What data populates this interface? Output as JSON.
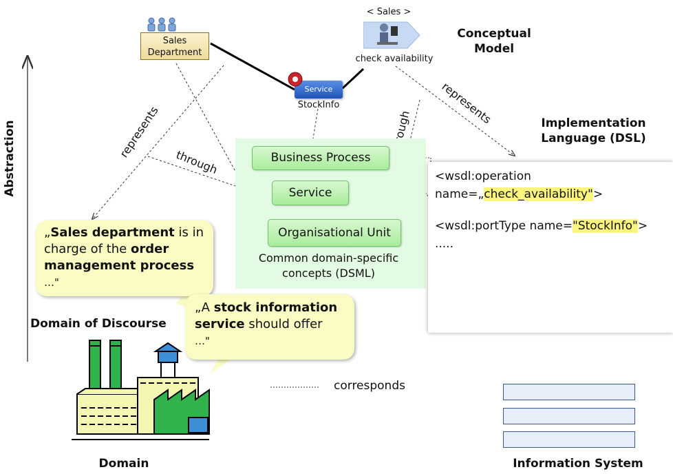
{
  "titles": {
    "conceptual_model": [
      "Conceptual",
      "Model"
    ],
    "implementation_language": [
      "Implementation",
      "Language (DSL)"
    ],
    "domain_of_discourse": "Domain of Discourse",
    "domain": "Domain",
    "information_system": "Information System",
    "abstraction": "Abstraction"
  },
  "conceptual_elements": {
    "sales_department": "Sales Department",
    "sales_role": "< Sales >",
    "check_availability": "check availability",
    "service_badge": "Service",
    "stockinfo": "StockInfo"
  },
  "dsml": {
    "concepts": [
      "Business Process",
      "Service",
      "Organisational Unit"
    ],
    "caption": [
      "Common domain-specific",
      "concepts (DSML)"
    ]
  },
  "edge_labels": {
    "represents_left": "represents",
    "through_left": "through",
    "through_right": "through",
    "represents_right": "represents"
  },
  "code": {
    "line1": "<wsdl:operation",
    "line2_prefix": "name=„",
    "line2_value": "check_availability\"",
    "line2_suffix": ">",
    "line3_prefix": "<wsdl:portType name=",
    "line3_value": "\"StockInfo\"",
    "line3_suffix": ">",
    "line4": "....."
  },
  "bubbles": {
    "sales": {
      "open": "„",
      "bold1": "Sales department",
      "text1": " is in charge of the ",
      "bold2": "order management process",
      "close": "…\""
    },
    "stock": {
      "open": "„A ",
      "bold1": "stock information service",
      "text1": " should offer",
      "close": "…\""
    }
  },
  "legend": {
    "corresponds": "corresponds"
  },
  "colors": {
    "dsml_bg": "#e2fbe2",
    "concept_fill": "#b3ee a6",
    "factory_green": "#2fb34a",
    "service_blue": "#2a63c9"
  }
}
